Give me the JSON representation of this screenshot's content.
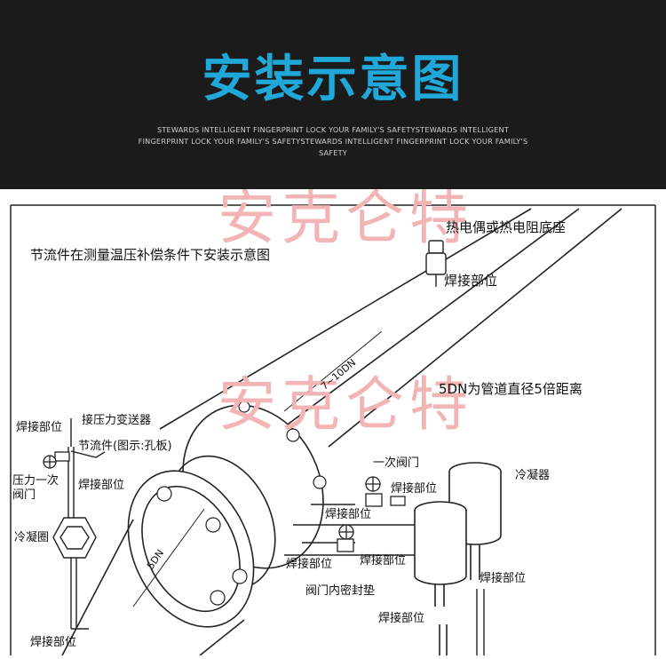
{
  "header": {
    "title": "安装示意图",
    "title_color": "#1fa8d8",
    "tagline": "STEWARDS INTELLIGENT FINGERPRINT LOCK YOUR FAMILY'S SAFETYSTEWARDS INTELLIGENT FINGERPRINT LOCK YOUR FAMILY'S SAFETYSTEWARDS INTELLIGENT FINGERPRINT LOCK YOUR FAMILY'S SAFETY"
  },
  "watermark": {
    "text": "安克仑特",
    "color": "#f2b4b4"
  },
  "diagram": {
    "caption": "节流件在测量温压补偿条件下安装示意图",
    "labels": {
      "thermo_seat": "热电偶或热电阻底座",
      "weld_thermo": "焊接部位",
      "dist_upper": "7~10DN",
      "five_dn_note": "5DN为管道直径5倍距离",
      "pressure_transmitter": "接压力变送器",
      "weld_left_top": "焊接部位",
      "throttle_element": "节流件(图示:孔板)",
      "pressure_valve": "压力一次\n阀门",
      "weld_left_mid": "焊接部位",
      "condensing_coil": "冷凝圈",
      "weld_left_bottom": "焊接部位",
      "primary_valve": "一次阀门",
      "condenser": "冷凝器",
      "weld_valve_top": "焊接部位",
      "weld_valve_mid": "焊接部位",
      "weld_pipe_left": "焊接部位",
      "weld_pipe_right": "焊接部位",
      "valve_seal": "阀门内密封垫",
      "weld_cond_right": "焊接部位",
      "weld_cond_bottom": "焊接部位",
      "dist_lower": "5DN"
    }
  }
}
